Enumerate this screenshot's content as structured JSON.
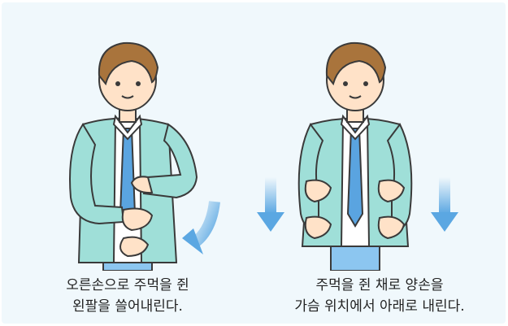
{
  "panels": [
    {
      "id": "left",
      "caption": {
        "line1": "오른손으로 주먹을 쥔",
        "line2": "왼팔을 쓸어내린다."
      },
      "figure": {
        "jacket_color": "#9fdfd8",
        "tie_color": "#5aa4e0",
        "pants_color": "#8cc6f0",
        "hair_color": "#a9743c",
        "skin_color": "#ffe2c8",
        "arrow_icon": "curved-down-arrow-icon",
        "arrow_color": "#5ba7e2"
      }
    },
    {
      "id": "right",
      "caption": {
        "line1": "주먹을 쥔 채로 양손을",
        "line2": "가슴 위치에서 아래로 내린다."
      },
      "figure": {
        "jacket_color": "#9fdfd8",
        "tie_color": "#5aa4e0",
        "pants_color": "#8cc6f0",
        "hair_color": "#a9743c",
        "skin_color": "#ffe2c8",
        "arrow_icon": "down-arrow-icon",
        "arrow_color": "#5ba7e2"
      }
    }
  ]
}
